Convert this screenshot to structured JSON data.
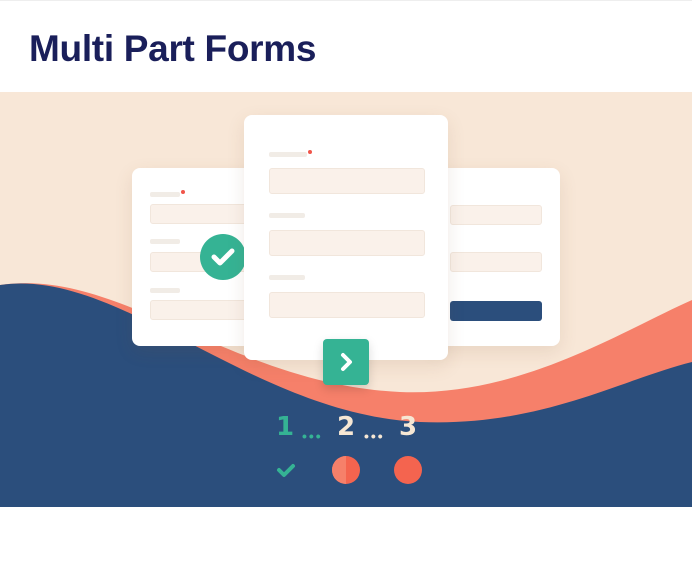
{
  "header": {
    "title": "Multi Part Forms"
  },
  "illustration": {
    "steps": [
      {
        "number": "1",
        "status": "complete"
      },
      {
        "number": "2",
        "status": "in-progress"
      },
      {
        "number": "3",
        "status": "pending"
      }
    ],
    "colors": {
      "navy": "#2b4e7c",
      "beige": "#f8e7d7",
      "coral": "#f6806a",
      "teal": "#35b394",
      "cream": "#f6e7d4"
    }
  }
}
